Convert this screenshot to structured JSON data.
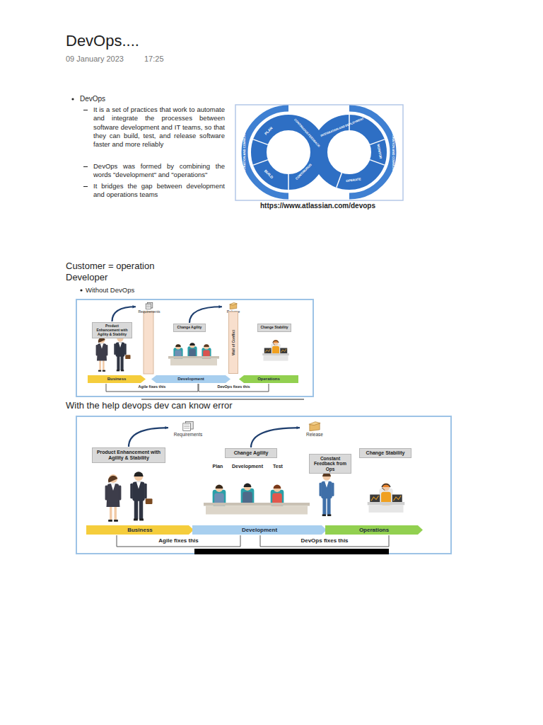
{
  "diagram": {
    "title": "DevOps....",
    "nodes": [
      {
        "text": [
          "Product Enhancement with Agility & Stability"
        ]
      },
      {
        "text": [
          "Requirements"
        ]
      },
      {
        "text": [
          "Change Agility"
        ]
      },
      {
        "text": [
          "Release"
        ]
      },
      {
        "text": [
          "Change Stability"
        ]
      },
      {
        "text": [
          "Wall of Conflict"
        ]
      },
      {
        "text": [
          "Business"
        ]
      },
      {
        "text": [
          "Development"
        ]
      },
      {
        "text": [
          "Operations"
        ]
      },
      {
        "text": [
          "Product Enhancement with Agility & Stability"
        ]
      },
      {
        "text": [
          "Requirements"
        ]
      },
      {
        "text": [
          "Change Agility"
        ]
      },
      {
        "text": [
          "Release"
        ]
      },
      {
        "text": [
          "Constant Feedback from Ops"
        ]
      },
      {
        "text": [
          "Change Stability"
        ]
      },
      {
        "text": [
          "Business"
        ]
      },
      {
        "text": [
          "Development"
        ]
      },
      {
        "text": [
          "Operations"
        ]
      }
    ],
    "edges": [
      {
        "from": 0,
        "to": 1,
        "arrow": "to"
      },
      {
        "from": 2,
        "to": 3,
        "arrow": "to"
      },
      {
        "from": 9,
        "to": 10,
        "arrow": "to"
      },
      {
        "from": 11,
        "to": 12,
        "arrow": "to"
      }
    ],
    "labels": [
      "09 January 2023",
      "17:25",
      "DevOps",
      "It is a set of practices that work to automate and integrate the processes between software development and IT teams, so that they can build, test, and release software faster and more reliably",
      "DevOps was formed by combining the words \"development\" and \"operations\"",
      "It bridges the gap between development and operations teams",
      "COLLABORATION AND COMMUNICATION",
      "PLAN",
      "BUILD",
      "CONTINUOUS FEEDBACK",
      "CONTINUOUS",
      "INTEGRATION AND DEPLOYMENT",
      "OPERATE",
      "MONITOR",
      "COLLABORATION AND COMMUNICATION",
      "https://www.atlassian.com/devops",
      "Customer = operation",
      "Developer",
      "Without DevOps",
      "Agile fixes this",
      "DevOps fixes this",
      "With the help devops dev can know error",
      "Plan",
      "Development",
      "Test",
      "Agile fixes this",
      "DevOps fixes this"
    ]
  }
}
